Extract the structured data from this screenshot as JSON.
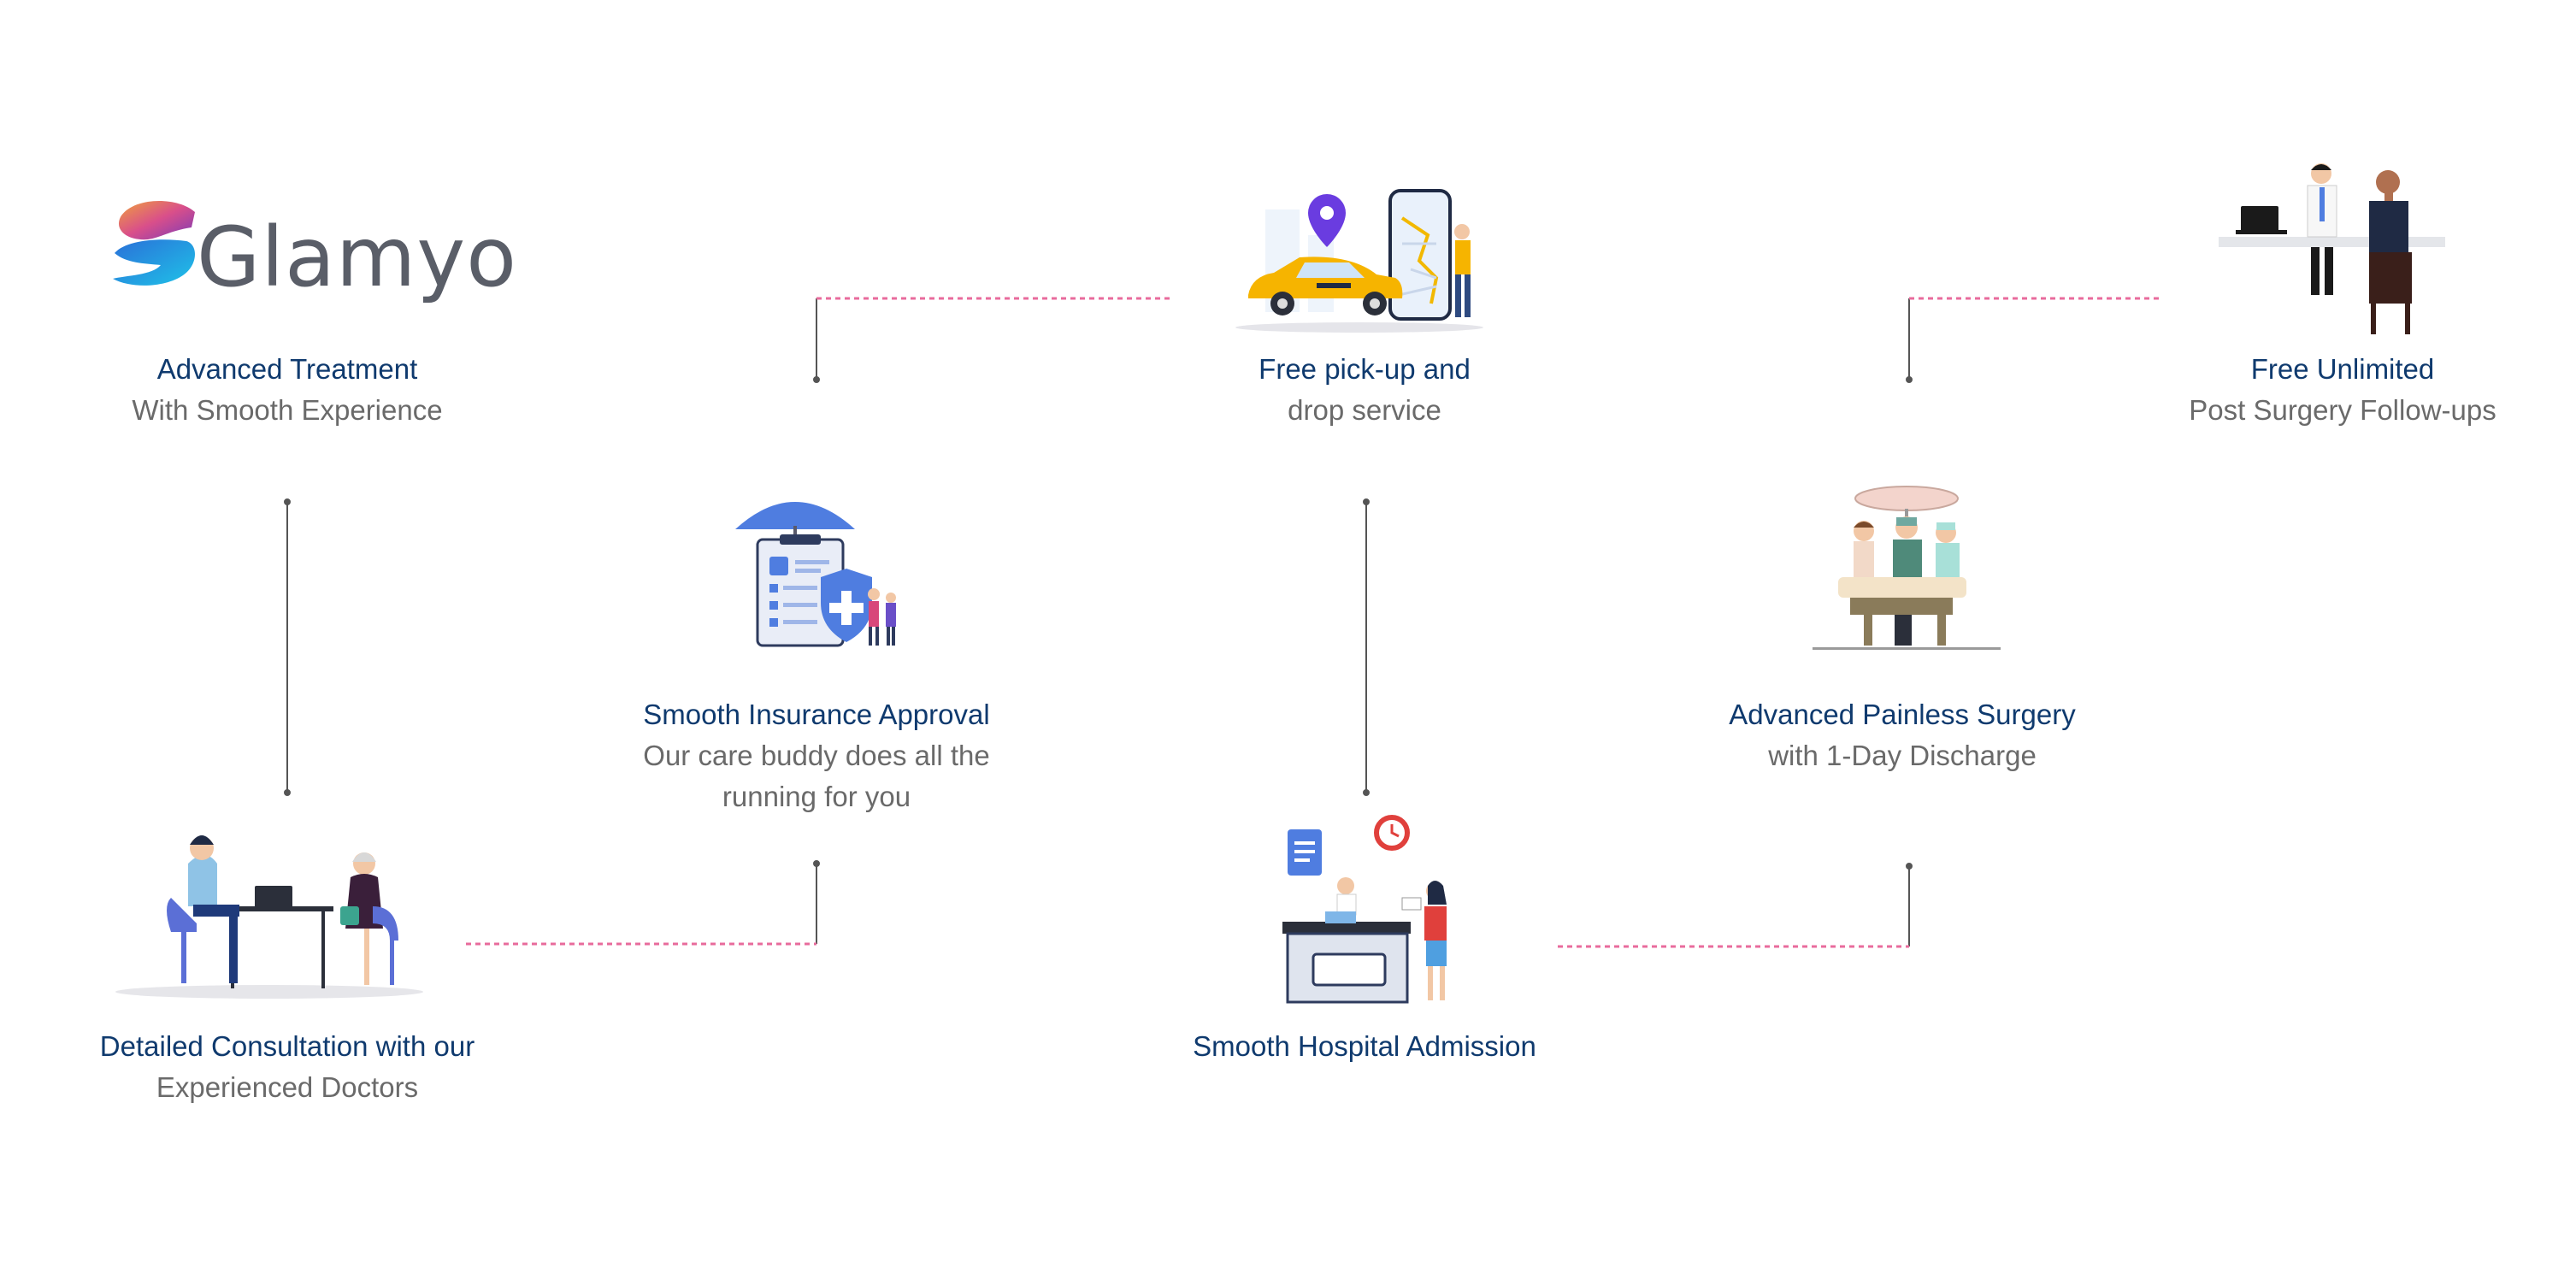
{
  "brand": {
    "name": "Glamyo"
  },
  "colors": {
    "title": "#0f3a6e",
    "subtitle": "#6a6a6a",
    "dashed_connector": "#e86b9c",
    "solid_connector": "#555555"
  },
  "steps": [
    {
      "title": "Advanced Treatment",
      "subtitle": "With Smooth Experience",
      "icon": "glamyo-logo"
    },
    {
      "title": "Detailed Consultation with our",
      "subtitle": "Experienced Doctors",
      "icon": "doctor-consultation-illustration"
    },
    {
      "title": "Smooth Insurance Approval",
      "subtitle_line1": "Our care buddy does all the",
      "subtitle_line2": "running for you",
      "icon": "insurance-umbrella-illustration"
    },
    {
      "title": "Free pick-up and",
      "subtitle": "drop service",
      "icon": "taxi-map-illustration"
    },
    {
      "title": "Smooth Hospital Admission",
      "subtitle": "",
      "icon": "hospital-reception-illustration"
    },
    {
      "title": "Advanced Painless Surgery",
      "subtitle": "with 1-Day Discharge",
      "icon": "surgery-team-illustration"
    },
    {
      "title": "Free Unlimited",
      "subtitle": "Post Surgery Follow-ups",
      "icon": "doctor-followup-illustration"
    }
  ]
}
